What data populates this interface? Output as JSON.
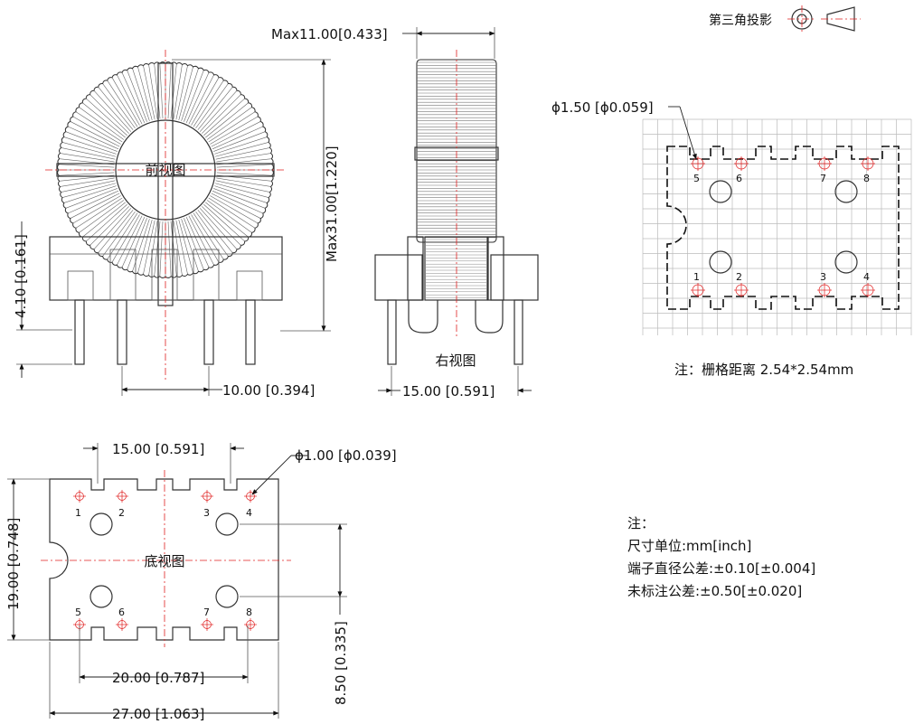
{
  "projection": {
    "label": "第三角投影"
  },
  "views": {
    "front": "前视图",
    "right": "右视图",
    "bottom": "底视图"
  },
  "dimensions": {
    "max_width": "Max11.00[0.433]",
    "max_height": "Max31.00[1.220]",
    "pin_length": "4.10 [0.161]",
    "front_pin_spacing": "10.00 [0.394]",
    "side_pin_spacing": "15.00 [0.591]",
    "bottom_top_spacing": "15.00 [0.591]",
    "bottom_hole_dia": "ϕ1.00 [ϕ0.039]",
    "bottom_height": "19.00 [0.748]",
    "bottom_row_offset": "8.50 [0.335]",
    "bottom_inner_width": "20.00 [0.787]",
    "bottom_total_width": "27.00 [1.063]",
    "pcb_hole_dia": "ϕ1.50 [ϕ0.059]"
  },
  "pins": {
    "bottom_top": [
      "1",
      "2",
      "3",
      "4"
    ],
    "bottom_bottom": [
      "5",
      "6",
      "7",
      "8"
    ],
    "pcb_top": [
      "5",
      "6",
      "7",
      "8"
    ],
    "pcb_bottom": [
      "1",
      "2",
      "3",
      "4"
    ]
  },
  "grid_note": "注：栅格距离 2.54*2.54mm",
  "notes": {
    "title": "注：",
    "lines": [
      "尺寸单位:mm[inch]",
      "端子直径公差:±0.10[±0.004]",
      "未标注公差:±0.50[±0.020]"
    ]
  }
}
